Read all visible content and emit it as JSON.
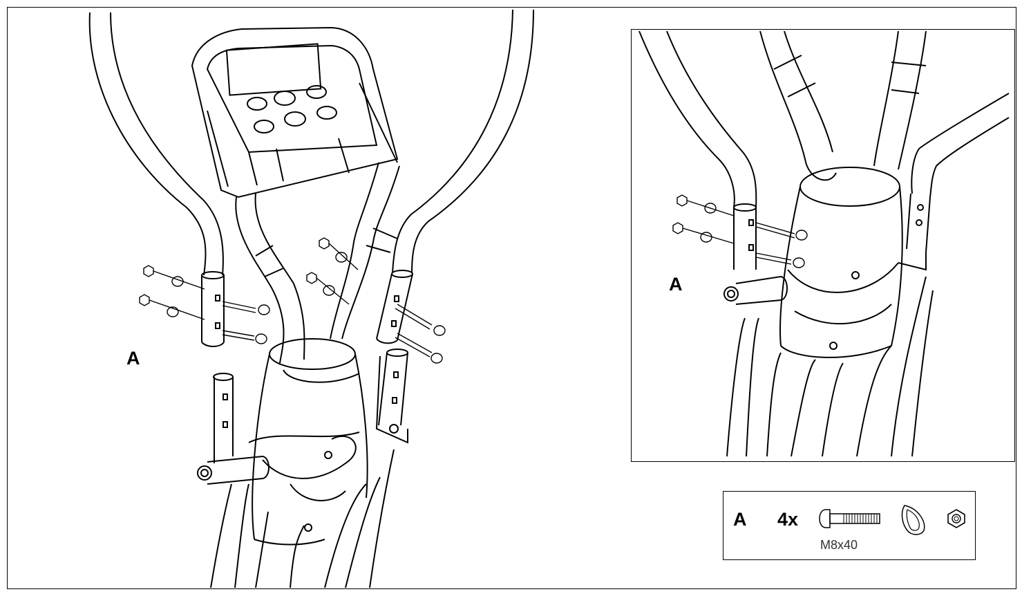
{
  "main_view": {
    "part_label": "A"
  },
  "detail_view": {
    "part_label": "A"
  },
  "hardware_legend": {
    "group_label": "A",
    "quantity": "4x",
    "bolt_size": "M8x40",
    "items": [
      "bolt-icon",
      "washer-icon",
      "nut-icon"
    ]
  }
}
